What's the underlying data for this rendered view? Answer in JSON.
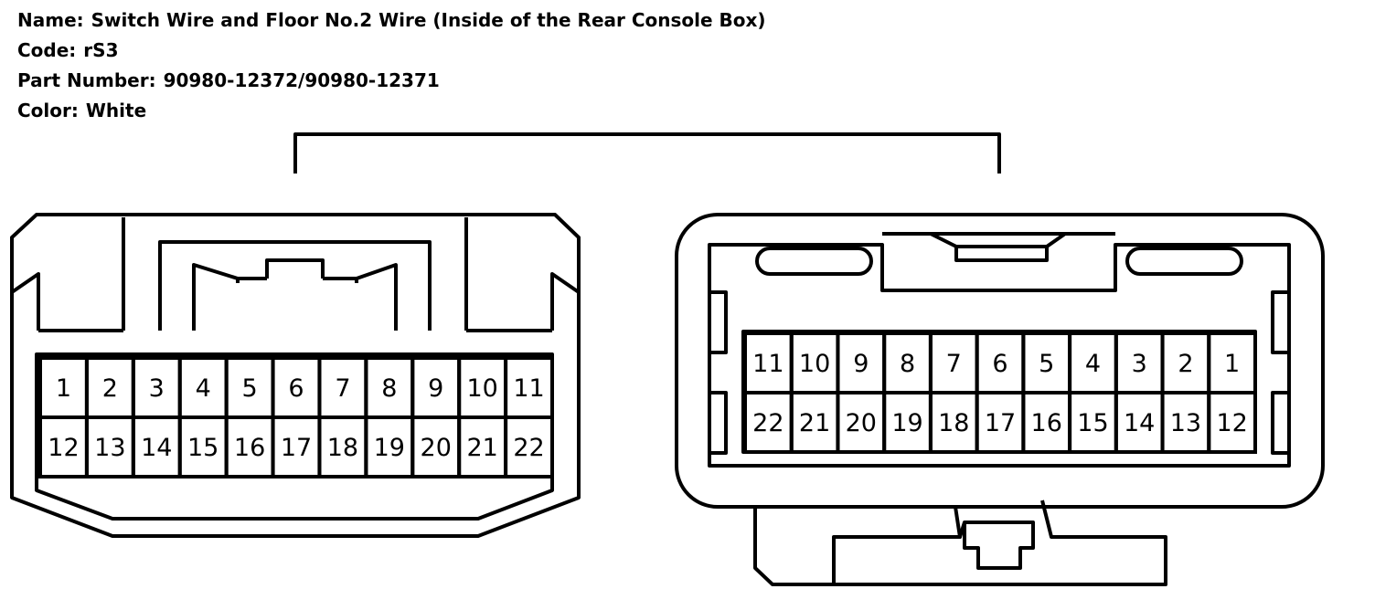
{
  "header": {
    "name_label": "Name:",
    "name_value": "Switch Wire and Floor No.2 Wire (Inside of the Rear Console Box)",
    "code_label": "Code:",
    "code_value": "rS3",
    "part_label": "Part Number:",
    "part_value": "90980-12372/90980-12371",
    "color_label": "Color:",
    "color_value": "White"
  },
  "connector_male": {
    "row_top": [
      "1",
      "2",
      "3",
      "4",
      "5",
      "6",
      "7",
      "8",
      "9",
      "10",
      "11"
    ],
    "row_bottom": [
      "12",
      "13",
      "14",
      "15",
      "16",
      "17",
      "18",
      "19",
      "20",
      "21",
      "22"
    ]
  },
  "connector_female": {
    "row_top": [
      "11",
      "10",
      "9",
      "8",
      "7",
      "6",
      "5",
      "4",
      "3",
      "2",
      "1"
    ],
    "row_bottom": [
      "22",
      "21",
      "20",
      "19",
      "18",
      "17",
      "16",
      "15",
      "14",
      "13",
      "12"
    ]
  },
  "colors": {
    "line": "#000000",
    "background": "#ffffff"
  }
}
